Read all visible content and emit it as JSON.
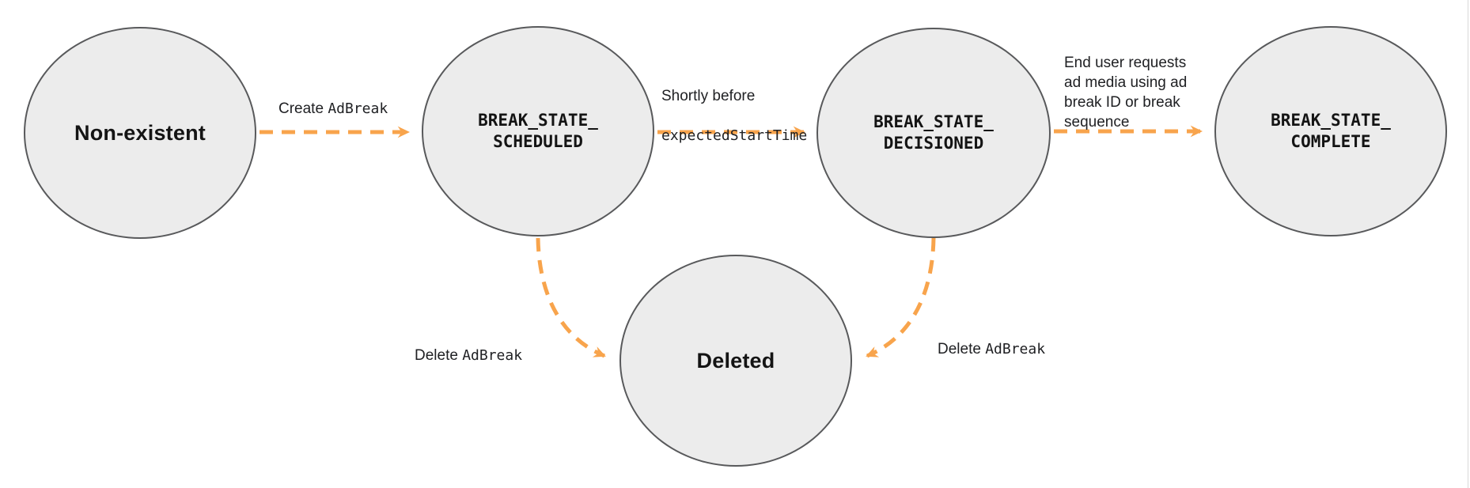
{
  "diagram": {
    "kind": "state-transition-diagram",
    "colors": {
      "arrow": "#f8a44c",
      "node_fill": "#ececec",
      "node_border": "#58595b",
      "text": "#1f1f1f"
    },
    "nodes": [
      {
        "id": "non-existent",
        "label": "Non-existent",
        "font": "sans"
      },
      {
        "id": "break-state-scheduled",
        "label": "BREAK_STATE_\nSCHEDULED",
        "font": "mono"
      },
      {
        "id": "break-state-decisioned",
        "label": "BREAK_STATE_\nDECISIONED",
        "font": "mono"
      },
      {
        "id": "break-state-complete",
        "label": "BREAK_STATE_\nCOMPLETE",
        "font": "mono"
      },
      {
        "id": "deleted",
        "label": "Deleted",
        "font": "sans"
      }
    ],
    "edges": [
      {
        "from": "Non-existent",
        "to": "BREAK_STATE_SCHEDULED",
        "text_plain": "Create ",
        "text_code": "AdBreak"
      },
      {
        "from": "BREAK_STATE_SCHEDULED",
        "to": "BREAK_STATE_DECISIONED",
        "text_plain": "Shortly before",
        "text_code": "expectedStartTime"
      },
      {
        "from": "BREAK_STATE_DECISIONED",
        "to": "BREAK_STATE_COMPLETE",
        "text_plain": "End user requests\nad media using ad\nbreak ID or break\nsequence",
        "text_code": ""
      },
      {
        "from": "BREAK_STATE_SCHEDULED",
        "to": "Deleted",
        "text_plain": "Delete ",
        "text_code": "AdBreak"
      },
      {
        "from": "BREAK_STATE_DECISIONED",
        "to": "Deleted",
        "text_plain": "Delete ",
        "text_code": "AdBreak"
      }
    ]
  }
}
